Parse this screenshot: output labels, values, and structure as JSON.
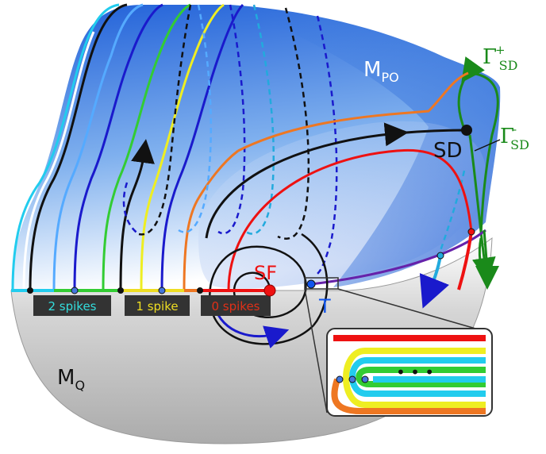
{
  "labels": {
    "m_po": {
      "main": "M",
      "sub": "PO"
    },
    "m_q": {
      "main": "M",
      "sub": "Q"
    },
    "sd": "SD",
    "sf": "SF",
    "t": "T",
    "gamma_plus": {
      "main": "Γ",
      "sup": "+",
      "sub": "SD"
    },
    "gamma_minus": {
      "main": "Γ",
      "sup": "-",
      "sub": "SD"
    }
  },
  "spike_tags": [
    {
      "text": "2 spikes",
      "color": "#33dddd"
    },
    {
      "text": "1 spike",
      "color": "#eedd22"
    },
    {
      "text": "0 spikes",
      "color": "#e03018"
    }
  ],
  "colors": {
    "cyan": "#22ccee",
    "lightblue": "#55aaff",
    "black": "#111111",
    "green": "#33cc33",
    "yellow": "#eeee22",
    "blue": "#1a1acc",
    "orange": "#ee7722",
    "red": "#ee1111",
    "purple": "#6622aa",
    "darkgreen": "#1a8a1a"
  },
  "inset": {
    "dots": "• • •"
  }
}
